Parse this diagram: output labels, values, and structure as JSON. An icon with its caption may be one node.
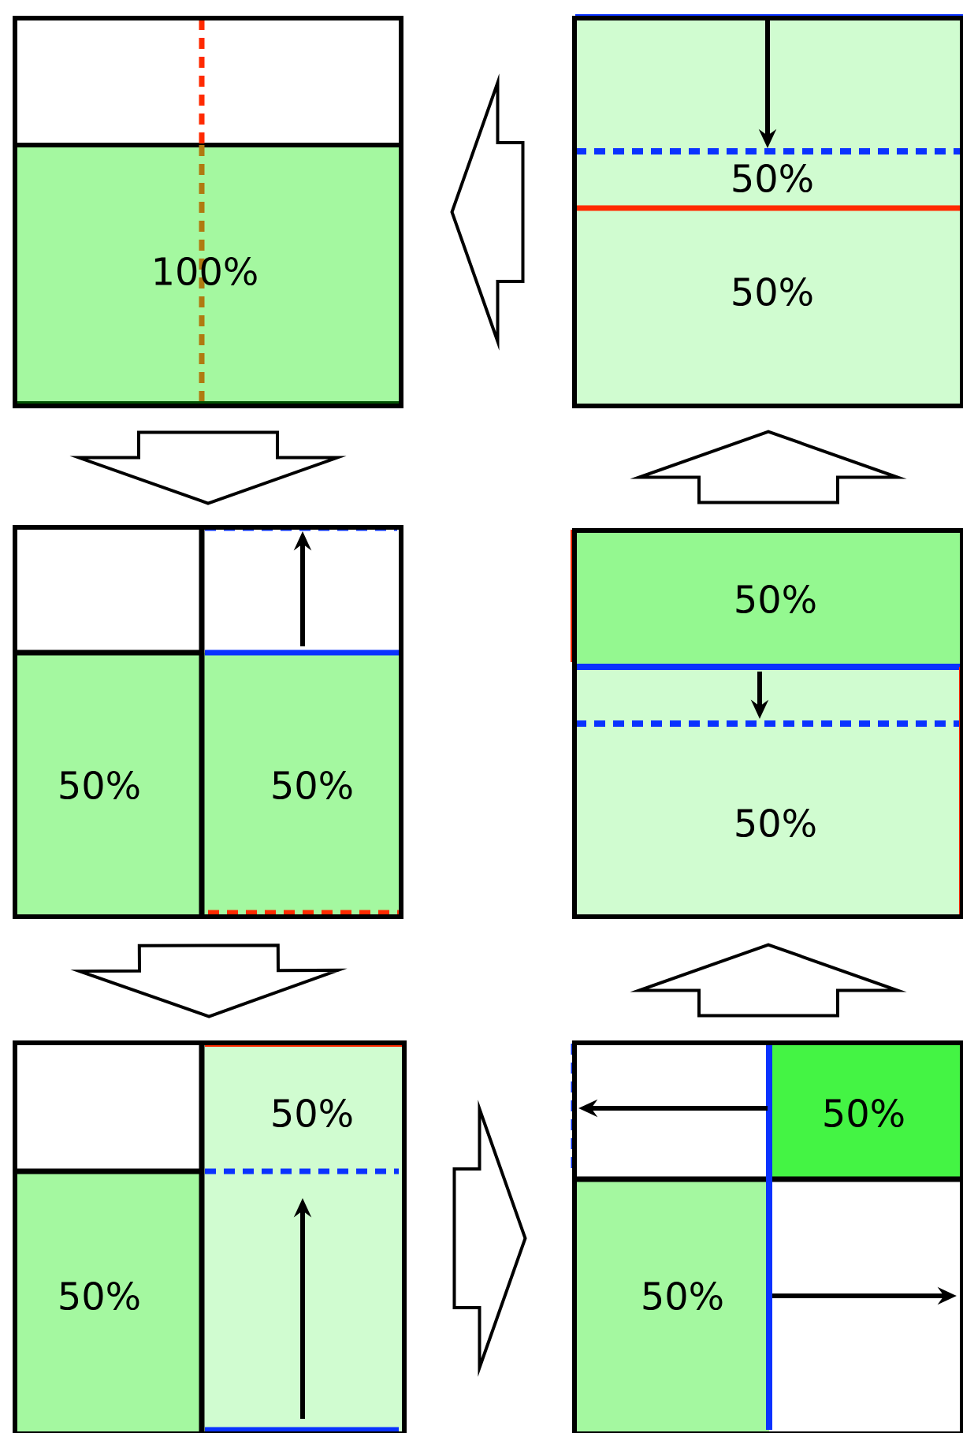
{
  "diagram": {
    "nodes": [
      {
        "text": [
          "100%"
        ]
      },
      {
        "text": [
          "50%",
          "50%"
        ]
      },
      {
        "text": [
          "50%",
          "50%"
        ]
      },
      {
        "text": [
          "50%",
          "50%"
        ]
      },
      {
        "text": [
          "50%",
          "50%"
        ]
      },
      {
        "text": [
          "50%",
          "50%"
        ]
      }
    ],
    "edges": [
      {
        "from": 0,
        "to": 2,
        "arrow": "to"
      },
      {
        "from": 2,
        "to": 4,
        "arrow": "to"
      },
      {
        "from": 4,
        "to": 5,
        "arrow": "to"
      },
      {
        "from": 5,
        "to": 3,
        "arrow": "to"
      },
      {
        "from": 3,
        "to": 1,
        "arrow": "to"
      },
      {
        "from": 1,
        "to": 0,
        "arrow": "to"
      }
    ]
  }
}
